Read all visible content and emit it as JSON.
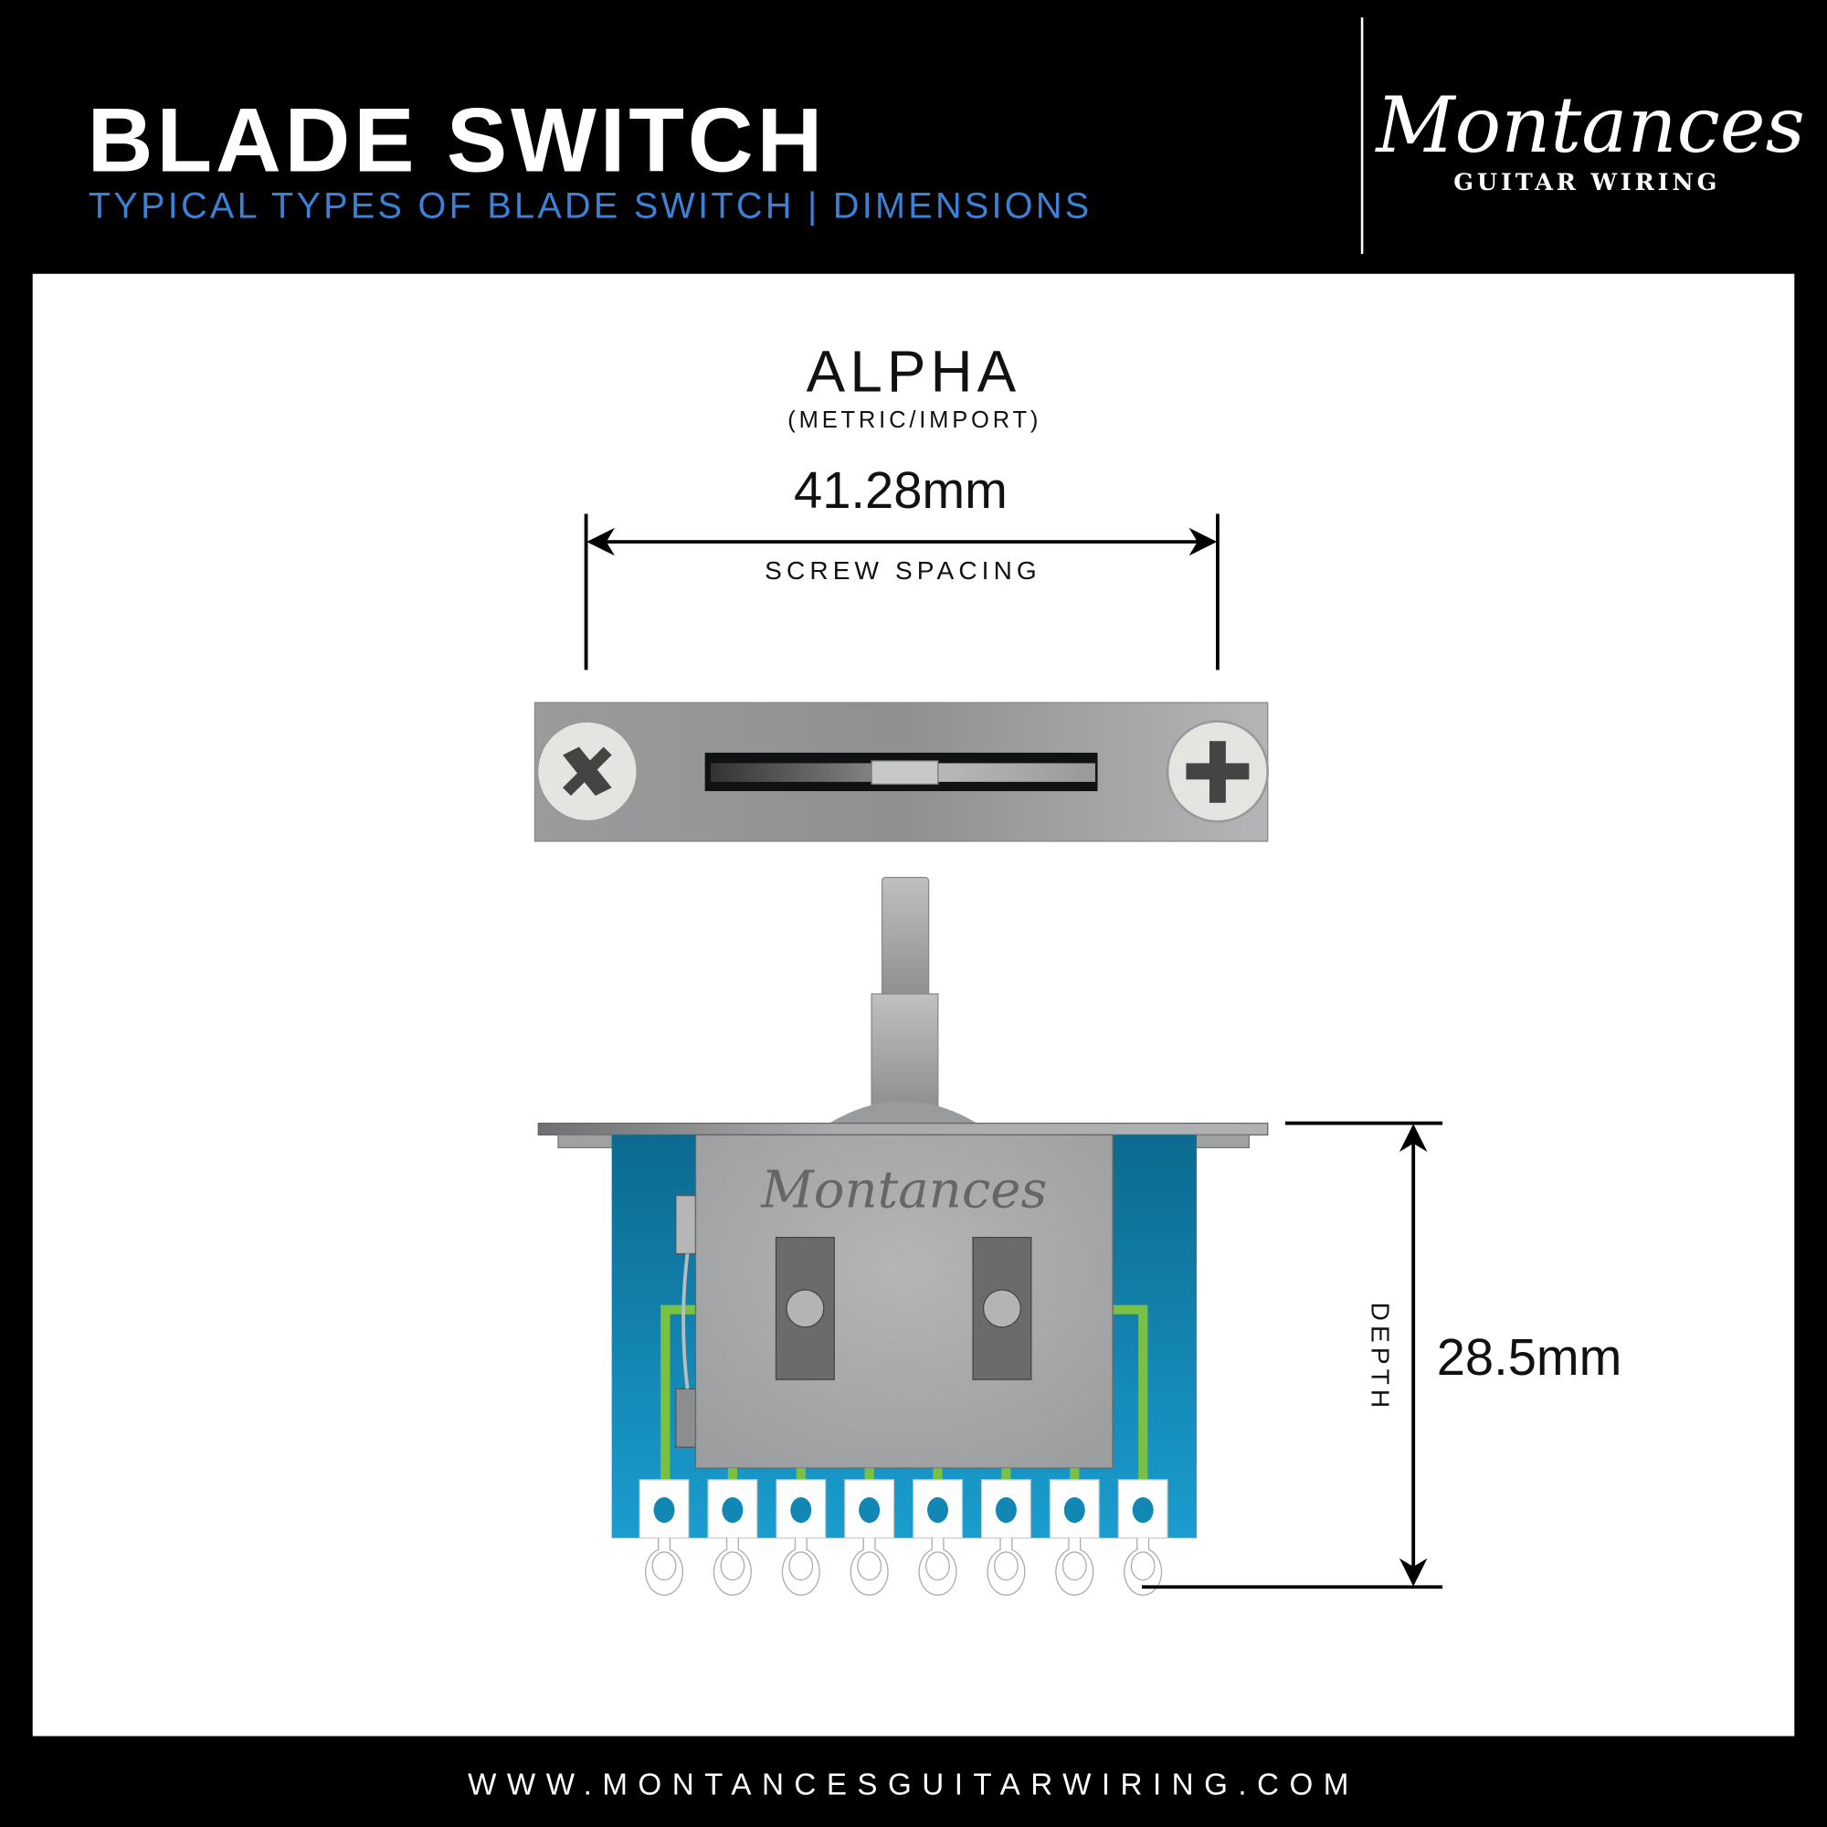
{
  "header": {
    "title": "BLADE SWITCH",
    "subtitle": "TYPICAL TYPES OF BLADE SWITCH | DIMENSIONS",
    "logo_script": "Montances",
    "logo_tagline": "GUITAR WIRING"
  },
  "diagram": {
    "model": "ALPHA",
    "model_note": "(METRIC/IMPORT)",
    "screw_spacing_value": "41.28mm",
    "screw_spacing_label": "SCREW SPACING",
    "depth_label": "DEPTH",
    "depth_value": "28.5mm",
    "cover_brand": "Montances",
    "terminal_count": 8
  },
  "footer": {
    "url": "WWW.MONTANCESGUITARWIRING.COM"
  },
  "colors": {
    "background": "#000000",
    "panel": "#ffffff",
    "accent_blue": "#3b82d6",
    "pcb_blue": "#1287b4",
    "trace_green": "#7ac143",
    "metal": "#a9abac"
  }
}
